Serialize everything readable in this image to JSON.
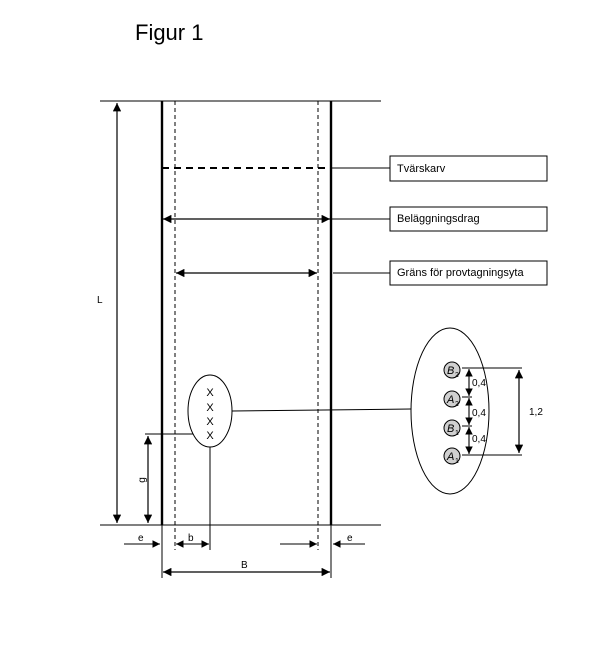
{
  "title": "Figur 1",
  "labels": {
    "tvarskarv": "Tvärskarv",
    "belaggningsdrag": "Beläggningsdrag",
    "grans": "Gräns för provtagningsyta"
  },
  "dimensions": {
    "L": "L",
    "g": "g",
    "b": "b",
    "B": "B",
    "e_left": "e",
    "e_right": "e"
  },
  "sample_marks": [
    "X",
    "X",
    "X",
    "X"
  ],
  "detail_points": [
    {
      "letter": "B",
      "index": "2"
    },
    {
      "letter": "A",
      "index": "2"
    },
    {
      "letter": "B",
      "index": "1"
    },
    {
      "letter": "A",
      "index": "1"
    }
  ],
  "spacings": [
    "0,4",
    "0,4",
    "0,4"
  ],
  "total_spacing": "1,2",
  "colors": {
    "line": "#000000",
    "point_fill": "#d0d0d0"
  }
}
